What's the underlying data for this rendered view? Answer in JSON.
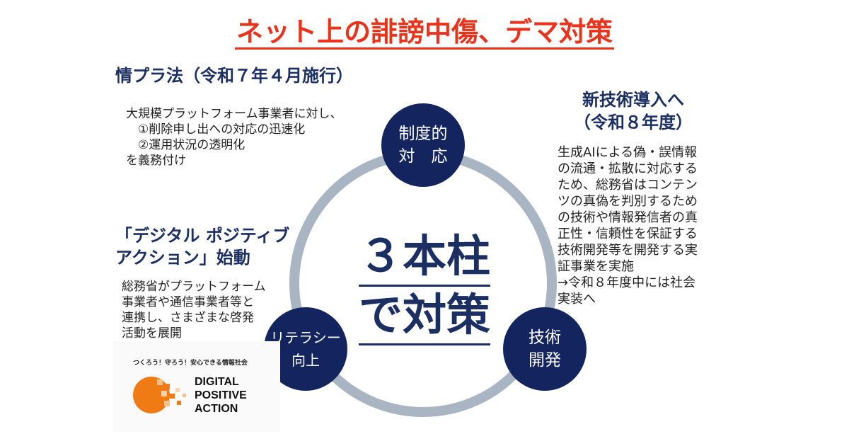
{
  "title": "ネット上の誹謗中傷、デマ対策",
  "left_top": {
    "heading": "情プラ法（令和７年４月施行）",
    "body": "大規模プラットフォーム事業者に対し、\n　①削除申し出への対応の迅速化\n　②運用状況の透明化\nを義務付け"
  },
  "left_bottom": {
    "heading_line1": "「デジタル ポジティブ",
    "heading_line2": "アクション」始動",
    "body": "総務省がプラットフォーム\n事業者や通信事業者等と\n連携し、さまざまな啓発\n活動を展開"
  },
  "right": {
    "heading_line1": "新技術導入へ",
    "heading_line2": "（令和８年度）",
    "body": "生成AIによる偽・誤情報\nの流通・拡散に対応する\nため、総務省はコンテン\nツの真偽を判別するため\nの技術や情報発信者の真\n正性・信頼性を保証する\n技術開発等を開発する実\n証事業を実施\n→令和８年度中には社会\n実装へ"
  },
  "center": {
    "line1": "３本柱",
    "line2": "で対策"
  },
  "nodes": {
    "top": "制度的\n対　応",
    "left": "リテラシー\n向上",
    "right": "技術\n開発"
  },
  "logo": {
    "tagline": "つくろう！守ろう！安心できる情報社会",
    "line1": "DIGITAL",
    "line2": "POSITIVE",
    "line3": "ACTION"
  },
  "colors": {
    "title": "#e8341c",
    "navy": "#13245e",
    "ring": "#a9b5c3",
    "logo_orange": "#f07b14"
  }
}
